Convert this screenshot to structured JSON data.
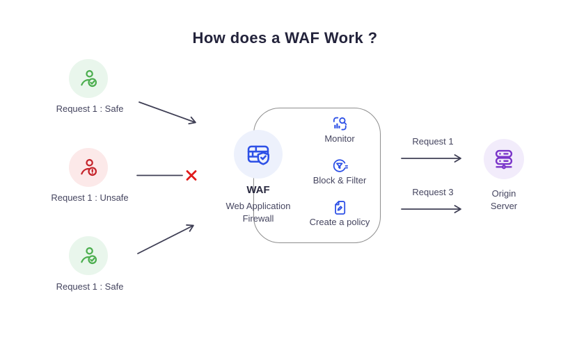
{
  "title": "How does a WAF Work ?",
  "requests": [
    {
      "label": "Request 1 : Safe",
      "status": "safe",
      "icon": "user-check-icon"
    },
    {
      "label": "Request 1 : Unsafe",
      "status": "unsafe",
      "icon": "user-warning-icon"
    },
    {
      "label": "Request 1 : Safe",
      "status": "safe",
      "icon": "user-check-icon"
    }
  ],
  "waf": {
    "label": "WAF",
    "subtitle": "Web Application Firewall",
    "icon": "firewall-shield-icon",
    "features": [
      {
        "label": "Monitor",
        "icon": "monitor-search-icon"
      },
      {
        "label": "Block & Filter",
        "icon": "filter-circle-icon"
      },
      {
        "label": "Create a policy",
        "icon": "policy-document-icon"
      }
    ]
  },
  "forward_requests": [
    {
      "label": "Request 1"
    },
    {
      "label": "Request 3"
    }
  ],
  "origin": {
    "label": "Origin Server",
    "icon": "server-stack-icon"
  },
  "colors": {
    "safe_green": "#4cae4f",
    "safe_bg": "#e9f6ec",
    "unsafe_red": "#c5242b",
    "unsafe_bg": "#fce9e9",
    "blocked_x": "#e01a1a",
    "waf_blue": "#2d50e6",
    "waf_bg": "#edf1fc",
    "origin_purple": "#7a35c9",
    "origin_bg": "#f2ecfb",
    "arrow": "#3e3e54",
    "title_text": "#23233b",
    "label_text": "#45455f",
    "box_border": "#8d8d8d"
  }
}
